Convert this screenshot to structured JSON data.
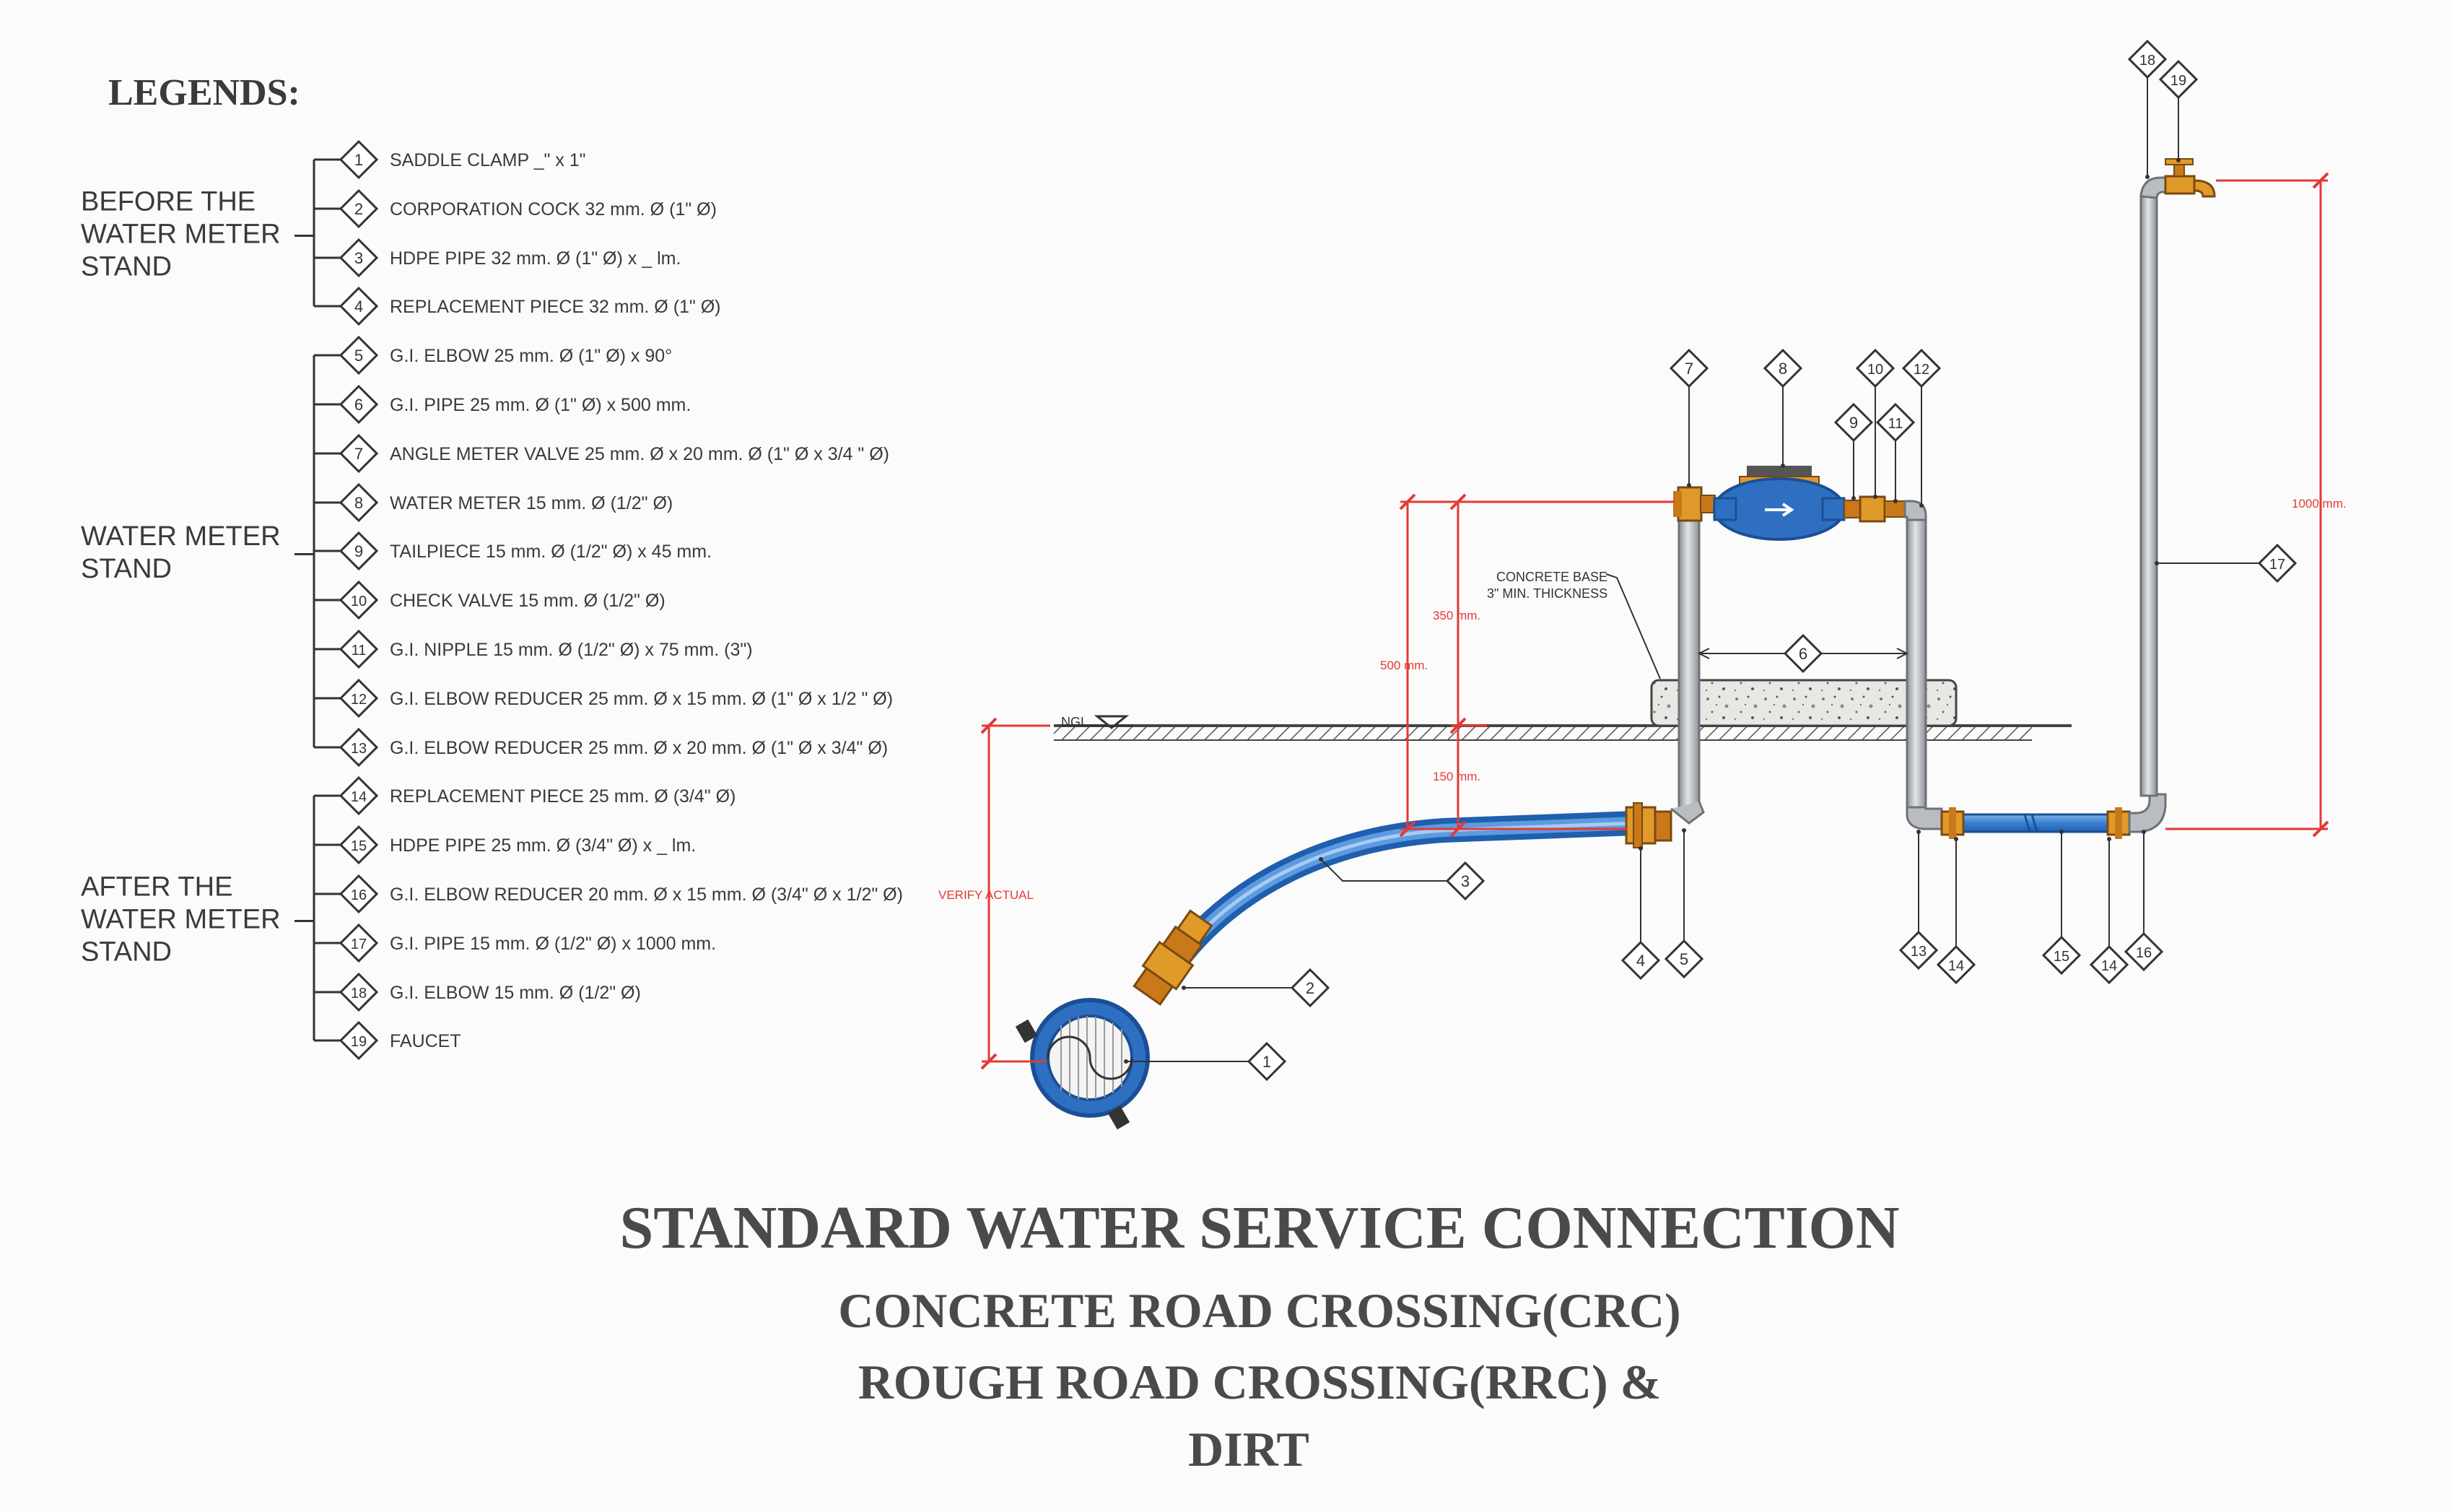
{
  "legend_title": "LEGENDS:",
  "groups": [
    {
      "label_lines": [
        "BEFORE THE",
        "WATER METER",
        "STAND"
      ],
      "items": [
        "1",
        "2",
        "3",
        "4"
      ]
    },
    {
      "label_lines": [
        "WATER METER",
        "STAND"
      ],
      "items": [
        "5",
        "6",
        "7",
        "8",
        "9",
        "10",
        "11",
        "12",
        "13"
      ]
    },
    {
      "label_lines": [
        "AFTER THE",
        "WATER METER",
        "STAND"
      ],
      "items": [
        "14",
        "15",
        "16",
        "17",
        "18",
        "19"
      ]
    }
  ],
  "items": [
    {
      "num": "1",
      "text": "SADDLE CLAMP _\" x 1\""
    },
    {
      "num": "2",
      "text": "CORPORATION COCK 32 mm. Ø (1\" Ø)"
    },
    {
      "num": "3",
      "text": "HDPE PIPE 32 mm. Ø (1\" Ø) x _ lm."
    },
    {
      "num": "4",
      "text": "REPLACEMENT PIECE 32 mm. Ø (1\" Ø)"
    },
    {
      "num": "5",
      "text": "G.I. ELBOW 25 mm. Ø (1\" Ø) x 90°"
    },
    {
      "num": "6",
      "text": "G.I. PIPE 25 mm. Ø (1\" Ø) x 500 mm."
    },
    {
      "num": "7",
      "text": "ANGLE METER VALVE 25 mm. Ø x 20 mm. Ø (1\" Ø x 3/4 \" Ø)"
    },
    {
      "num": "8",
      "text": "WATER METER 15 mm. Ø (1/2\" Ø)"
    },
    {
      "num": "9",
      "text": "TAILPIECE 15 mm. Ø (1/2\" Ø) x 45 mm."
    },
    {
      "num": "10",
      "text": "CHECK VALVE 15 mm. Ø (1/2\" Ø)"
    },
    {
      "num": "11",
      "text": "G.I. NIPPLE 15 mm. Ø (1/2\" Ø) x 75 mm. (3\")"
    },
    {
      "num": "12",
      "text": "G.I. ELBOW REDUCER 25 mm. Ø x 15 mm. Ø (1\" Ø x 1/2 \" Ø)"
    },
    {
      "num": "13",
      "text": "G.I. ELBOW REDUCER 25 mm. Ø x 20 mm. Ø (1\" Ø x 3/4\" Ø)"
    },
    {
      "num": "14",
      "text": "REPLACEMENT PIECE 25 mm. Ø (3/4\" Ø)"
    },
    {
      "num": "15",
      "text": "HDPE PIPE 25 mm. Ø (3/4\" Ø) x _ lm."
    },
    {
      "num": "16",
      "text": "G.I. ELBOW REDUCER 20 mm. Ø x 15 mm. Ø (3/4\" Ø x 1/2\" Ø)"
    },
    {
      "num": "17",
      "text": "G.I. PIPE 15 mm. Ø (1/2\" Ø) x 1000 mm."
    },
    {
      "num": "18",
      "text": "G.I. ELBOW 15 mm. Ø (1/2\" Ø)"
    },
    {
      "num": "19",
      "text": "FAUCET"
    }
  ],
  "annotations": {
    "concrete_base_line1": "CONCRETE BASE",
    "concrete_base_line2": "3\" MIN. THICKNESS",
    "ngl": "NGL",
    "verify_actual": "VERIFY ACTUAL",
    "dim_350": "350 mm.",
    "dim_500": "500 mm.",
    "dim_150": "150 mm.",
    "dim_1000": "1000 mm."
  },
  "title": {
    "main": "STANDARD WATER SERVICE CONNECTION",
    "line2": "CONCRETE ROAD CROSSING(CRC)",
    "line3": "ROUGH ROAD CROSSING(RRC) &",
    "line4": "DIRT"
  },
  "colors": {
    "pipe_blue": "#3a7fd1",
    "fitting_orange": "#d9891c",
    "galvanized_grey": "#b9bcc0",
    "dimension_red": "#e53935",
    "ink": "#3a3a3a"
  }
}
